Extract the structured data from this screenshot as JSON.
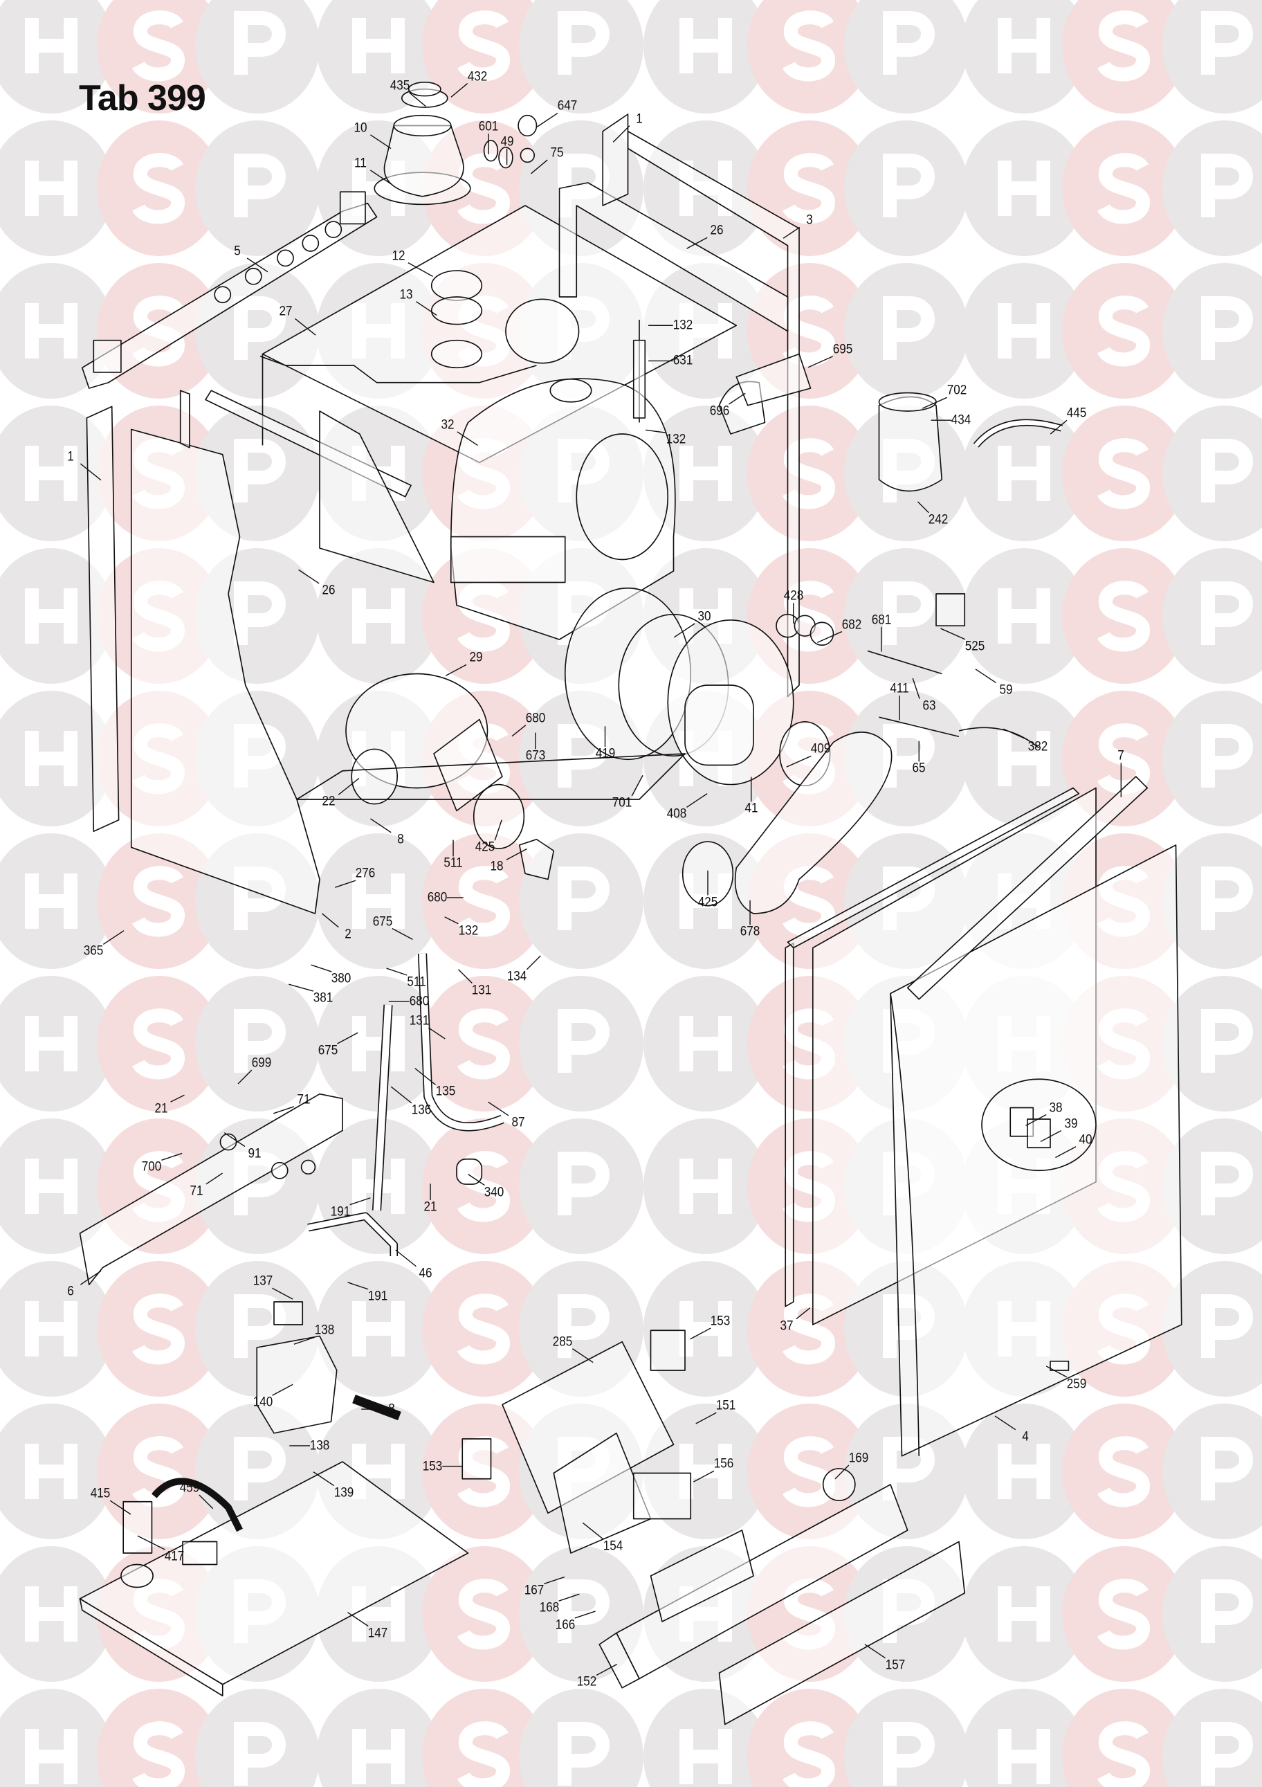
{
  "title": "Tab 399",
  "watermark": {
    "letters": [
      "H",
      "S",
      "P"
    ],
    "circle_gray": "#e8e6e6",
    "circle_pink": "#f5dddd",
    "letter_color": "#ffffff"
  },
  "labels": [
    "432",
    "435",
    "647",
    "1",
    "10",
    "601",
    "49",
    "75",
    "11",
    "3",
    "26",
    "5",
    "12",
    "13",
    "27",
    "132",
    "631",
    "695",
    "696",
    "702",
    "434",
    "445",
    "132",
    "1",
    "32",
    "242",
    "26",
    "428",
    "30",
    "682",
    "681",
    "525",
    "29",
    "59",
    "63",
    "411",
    "680",
    "673",
    "419",
    "409",
    "382",
    "41",
    "65",
    "701",
    "7",
    "22",
    "408",
    "8",
    "425",
    "18",
    "511",
    "276",
    "425",
    "678",
    "680",
    "675",
    "132",
    "2",
    "365",
    "134",
    "380",
    "511",
    "131",
    "381",
    "680",
    "131",
    "675",
    "699",
    "135",
    "136",
    "21",
    "71",
    "87",
    "91",
    "700",
    "71",
    "340",
    "21",
    "191",
    "46",
    "6",
    "137",
    "191",
    "138",
    "37",
    "38",
    "39",
    "40",
    "285",
    "153",
    "151",
    "140",
    "8",
    "259",
    "4",
    "138",
    "156",
    "169",
    "459",
    "415",
    "153",
    "139",
    "417",
    "154",
    "167",
    "168",
    "166",
    "147",
    "157",
    "152"
  ]
}
